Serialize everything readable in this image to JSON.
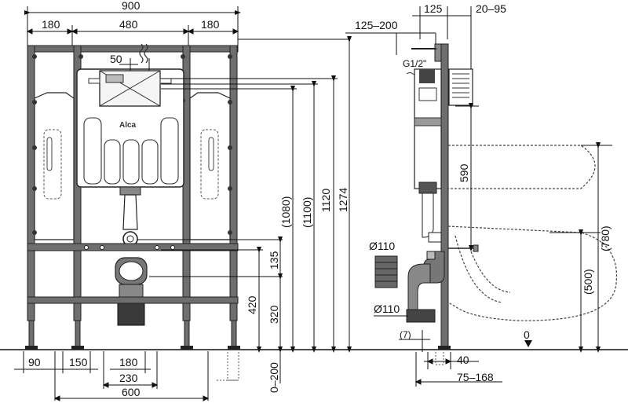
{
  "front_view": {
    "top_dims": {
      "overall": "900",
      "left": "180",
      "center": "480",
      "right": "180"
    },
    "inner_dim": "50",
    "logo": "Alca",
    "height_dims": {
      "h1080": "(1080)",
      "h1100": "(1100)",
      "h1120": "1120",
      "h1274": "1274"
    },
    "lower_dims": {
      "h135": "135",
      "h420": "420",
      "h320": "320",
      "h0_200": "0–200"
    },
    "bottom_dims": {
      "d90": "90",
      "d150": "150",
      "d180": "180",
      "d230": "230",
      "d600": "600"
    }
  },
  "side_view": {
    "top_dims": {
      "d125": "125",
      "d20_95": "20–95",
      "d125_200": "125–200"
    },
    "thread": "G1/2\"",
    "pipe_top": "Ø110",
    "pipe_bottom": "Ø110",
    "h590": "590",
    "h780": "(780)",
    "h500": "(500)",
    "d7": "(7)",
    "zero": "0",
    "d40": "40",
    "d75_168": "75–168"
  },
  "colors": {
    "frame": "#6e6e6e",
    "frame_dark": "#2e2e2e",
    "line": "#111111",
    "dash": "#555555"
  }
}
